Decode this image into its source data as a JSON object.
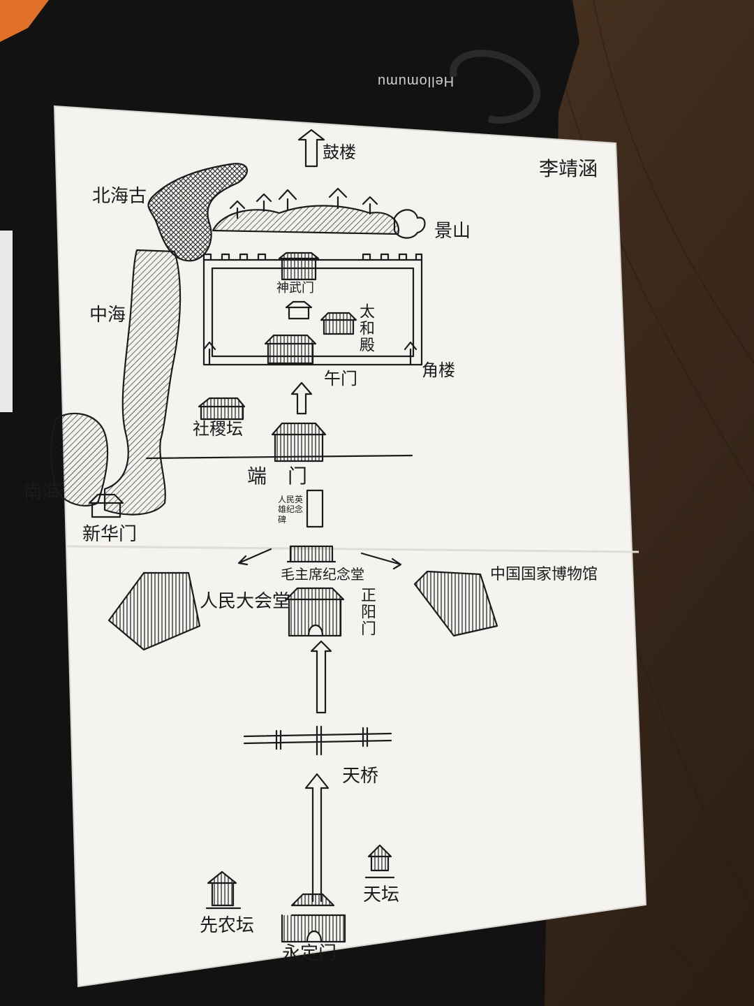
{
  "brand_text": "Hellomumu",
  "labels": {
    "title_name": "李靖涵",
    "north_arrow": "鼓楼",
    "beihai": "北海古",
    "jingshan": "景山",
    "zhonghai": "中海",
    "shenwumen": "神武门",
    "taihedian": "太和殿",
    "jiaolou": "角楼",
    "wumen": "午门",
    "shejitan": "社稷坛",
    "duanmen": "端门",
    "nanhai": "南海",
    "xinhuamen": "新华门",
    "monument": "人民英雄纪念碑",
    "mausoleum": "毛主席纪念堂",
    "zhengyangmen": "正阳门",
    "great_hall": "人民大会堂",
    "museum": "中国国家博物馆",
    "tianqiao": "天桥",
    "tiantan": "天坛",
    "xiannongtan": "先农坛",
    "yongdingmen": "永定门"
  },
  "colors": {
    "paper": "#f4f3ef",
    "ink": "#1b1b1b",
    "background_wood": "#4a3424",
    "bag": "#141414"
  }
}
